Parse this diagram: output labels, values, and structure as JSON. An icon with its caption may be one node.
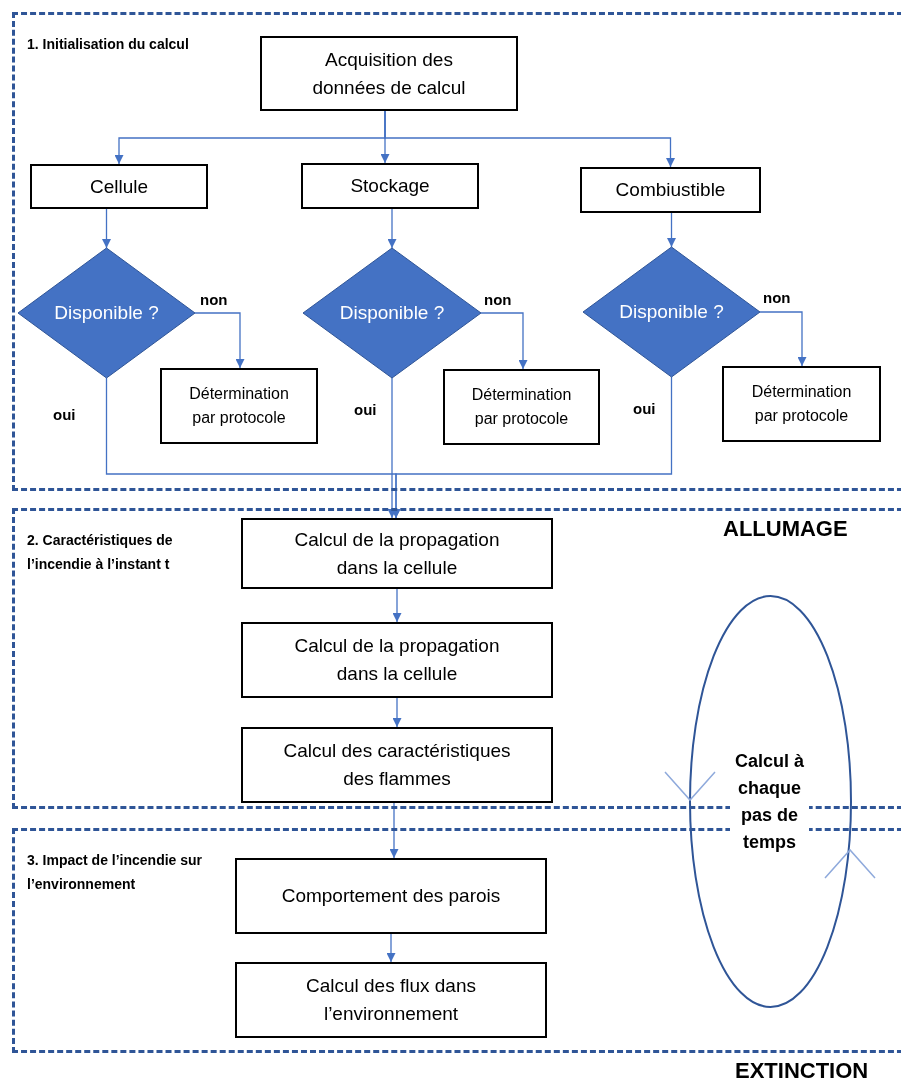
{
  "diagram": {
    "nodes": [
      {
        "text": [
          "1. Initialisation du calcul"
        ]
      },
      {
        "text": [
          "Acquisition  des données de calcul"
        ],
        "in": 0
      },
      {
        "text": [
          "Cellule"
        ],
        "in": 0
      },
      {
        "text": [
          "Stockage"
        ],
        "in": 0
      },
      {
        "text": [
          "Combiustible"
        ],
        "in": 0
      },
      {
        "text": [
          "Disponible ?"
        ],
        "in": 0
      },
      {
        "text": [
          "Détermination par protocole"
        ],
        "in": 0
      },
      {
        "text": [
          "Disponible ?"
        ],
        "in": 0
      },
      {
        "text": [
          "Détermination par protocole"
        ],
        "in": 0
      },
      {
        "text": [
          "Disponible ?"
        ],
        "in": 0
      },
      {
        "text": [
          "Détermination par protocole"
        ],
        "in": 0
      },
      {
        "text": [
          "2. Caractéristiques de l’incendie à l’instant t"
        ]
      },
      {
        "text": [
          "Calcul de la propagation dans la cellule"
        ],
        "in": 11
      },
      {
        "text": [
          "Calcul de la propagation dans la cellule"
        ],
        "in": 11
      },
      {
        "text": [
          "Calcul des caractéristiques des flammes"
        ],
        "in": 11
      },
      {
        "text": [
          "3. Impact de l’incendie sur l’environnement"
        ]
      },
      {
        "text": [
          "Comportement des parois"
        ],
        "in": 15
      },
      {
        "text": [
          "Calcul des flux dans l’environnement"
        ],
        "in": 15
      },
      {
        "text": [
          "Calcul à chaque pas de temps"
        ]
      }
    ],
    "edges": [
      {
        "from": 1,
        "to": 2,
        "arrow": "to"
      },
      {
        "from": 1,
        "to": 3,
        "arrow": "to"
      },
      {
        "from": 1,
        "to": 4,
        "arrow": "to"
      },
      {
        "from": 2,
        "to": 5,
        "arrow": "to"
      },
      {
        "from": 3,
        "to": 7,
        "arrow": "to"
      },
      {
        "from": 4,
        "to": 9,
        "arrow": "to"
      },
      {
        "from": 5,
        "to": 6,
        "arrow": "to",
        "label": "non"
      },
      {
        "from": 7,
        "to": 8,
        "arrow": "to",
        "label": "non"
      },
      {
        "from": 9,
        "to": 10,
        "arrow": "to",
        "label": "non"
      },
      {
        "from": 5,
        "to": 12,
        "arrow": "to",
        "label": "oui"
      },
      {
        "from": 7,
        "to": 12,
        "arrow": "to",
        "label": "oui"
      },
      {
        "from": 9,
        "to": 12,
        "arrow": "to",
        "label": "oui"
      },
      {
        "from": 12,
        "to": 13,
        "arrow": "to"
      },
      {
        "from": 13,
        "to": 14,
        "arrow": "to"
      },
      {
        "from": 14,
        "to": 16,
        "arrow": "to"
      },
      {
        "from": 16,
        "to": 17,
        "arrow": "to"
      }
    ],
    "labels": [
      "ALLUMAGE",
      "EXTINCTION"
    ]
  }
}
